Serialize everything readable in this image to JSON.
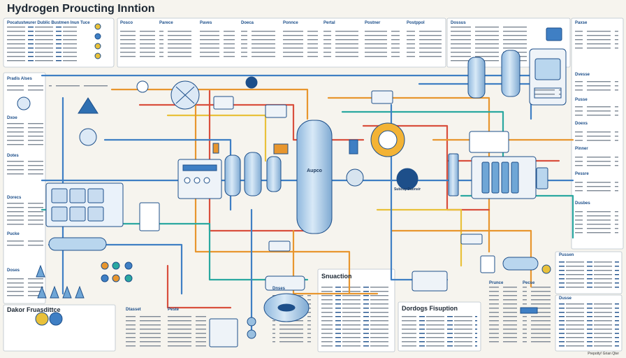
{
  "title": "Hydrogen Proucting Inntion",
  "top_left_header": "Pocatustwurer Dublic Bustmen Inun Tuce",
  "bottom_left_title": "Dakor Fruasdittce",
  "center_box_title": "Snuaction",
  "right_box_title": "Dordogs Fisuption",
  "left_box_title": "Pradis Alses",
  "center_tank_label": "Aupco",
  "center_node_label": "Subosy Daonsir",
  "col_headers": [
    "Posco",
    "Parece",
    "Paves",
    "Doeca",
    "Ponnce",
    "Pertal",
    "Postner",
    "Postppol",
    "Dossus",
    "Paxse"
  ],
  "right_headers": [
    "Dvesse",
    "Pusse",
    "Doexs",
    "Pinner",
    "Pessre",
    "Dusbes",
    "Pussen",
    "Dusse",
    "Prunce",
    "Pecse"
  ],
  "left_headers": [
    "Pradis Alses",
    "Dxoe",
    "Dotes",
    "Dorecs",
    "Pucke",
    "Doses",
    "Dtasset",
    "Peste",
    "Dnses"
  ],
  "footer": "Prepotty! Grian Qter",
  "colors": {
    "pipe_blue": "#3f7fc4",
    "pipe_orange": "#e8962e",
    "pipe_red": "#d94f3d",
    "pipe_teal": "#2aa8a0",
    "pipe_yellow": "#e9c13a",
    "tank_fill": "#b9d6ee",
    "accent_navy": "#1d4f8a"
  }
}
